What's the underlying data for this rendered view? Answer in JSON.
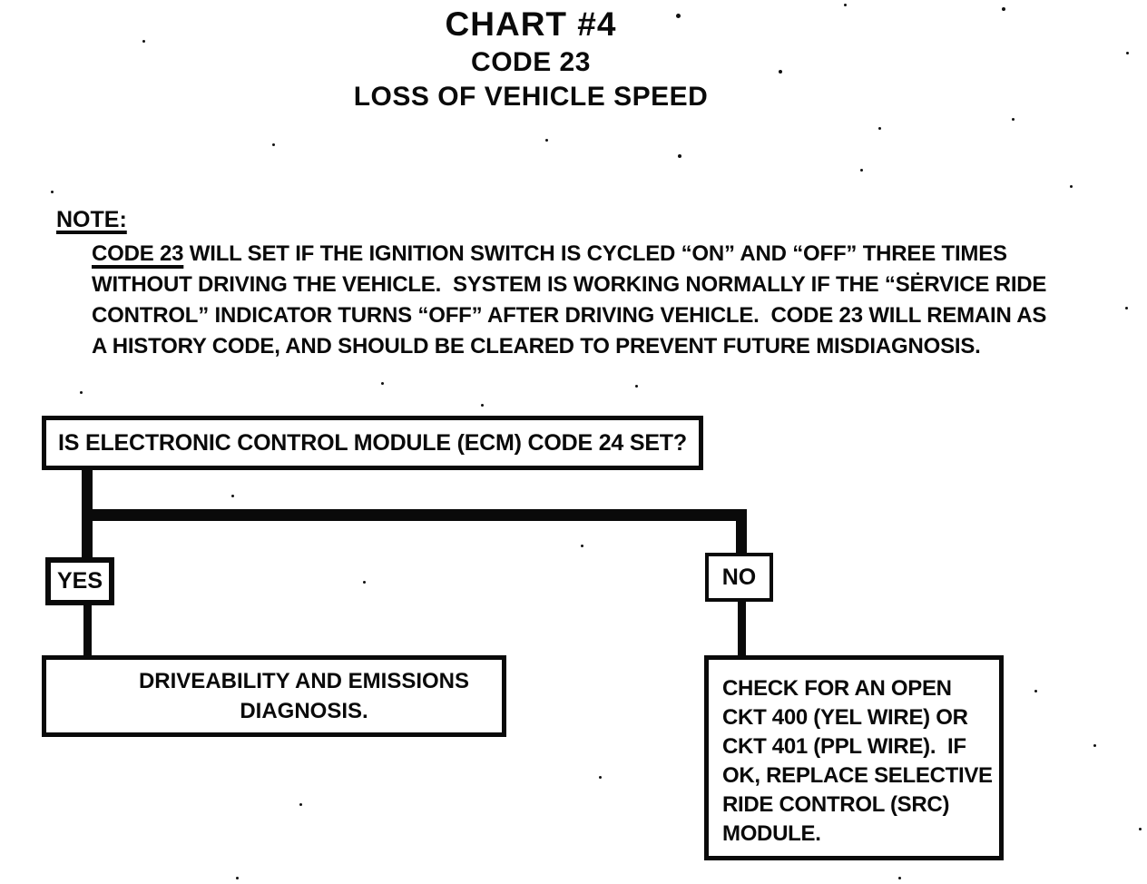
{
  "title": {
    "line1": "CHART #4",
    "line2": "CODE 23",
    "line3": "LOSS OF VEHICLE SPEED"
  },
  "note": {
    "heading": "NOTE:",
    "lead": "CODE 23",
    "line1_rest": " WILL SET IF THE IGNITION SWITCH IS CYCLED “ON” AND “OFF” THREE TIMES",
    "line2": "WITHOUT DRIVING THE VEHICLE.  SYSTEM IS WORKING NORMALLY IF THE “SERVICE RIDE",
    "line3": "CONTROL” INDICATOR TURNS “OFF” AFTER DRIVING VEHICLE.  CODE 23 WILL REMAIN AS",
    "line4": "A HISTORY CODE, AND SHOULD BE CLEARED TO PREVENT FUTURE MISDIAGNOSIS."
  },
  "flowchart": {
    "question": "IS ELECTRONIC CONTROL MODULE (ECM) CODE 24 SET?",
    "yes_label": "YES",
    "no_label": "NO",
    "yes_result_line1": "DRIVEABILITY AND EMISSIONS",
    "yes_result_line2": "DIAGNOSIS.",
    "no_result_lines": [
      "CHECK FOR AN OPEN",
      "CKT 400 (YEL WIRE) OR",
      "CKT 401 (PPL WIRE).  IF",
      "OK, REPLACE SELECTIVE",
      "RIDE CONTROL (SRC)",
      "MODULE."
    ]
  },
  "colors": {
    "ink": "#0a0a0a",
    "paper": "#ffffff"
  },
  "scan_noise": [
    [
      745,
      15,
      5
    ],
    [
      1104,
      8,
      4
    ],
    [
      930,
      4,
      3
    ],
    [
      157,
      44,
      3
    ],
    [
      858,
      77,
      4
    ],
    [
      1241,
      57,
      3
    ],
    [
      300,
      158,
      3
    ],
    [
      601,
      153,
      3
    ],
    [
      747,
      170,
      4
    ],
    [
      948,
      186,
      3
    ],
    [
      1179,
      204,
      3
    ],
    [
      56,
      210,
      3
    ],
    [
      1115,
      130,
      3
    ],
    [
      968,
      140,
      3
    ],
    [
      420,
      421,
      3
    ],
    [
      88,
      431,
      3
    ],
    [
      700,
      424,
      3
    ],
    [
      1240,
      338,
      3
    ],
    [
      530,
      445,
      3
    ],
    [
      1010,
      300,
      3
    ],
    [
      255,
      545,
      3
    ],
    [
      1140,
      760,
      3
    ],
    [
      1205,
      820,
      3
    ],
    [
      660,
      855,
      3
    ],
    [
      990,
      966,
      3
    ],
    [
      260,
      966,
      3
    ],
    [
      1255,
      912,
      3
    ],
    [
      400,
      640,
      3
    ],
    [
      640,
      600,
      3
    ],
    [
      330,
      885,
      3
    ]
  ]
}
